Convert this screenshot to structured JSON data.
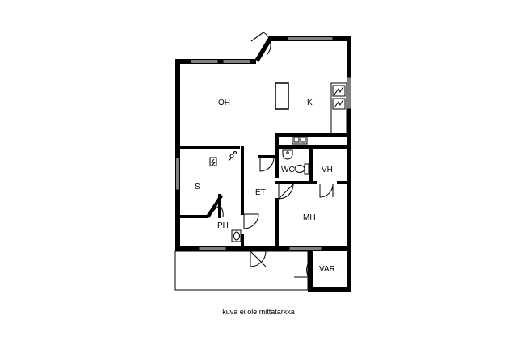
{
  "rooms": {
    "oh": "OH",
    "k": "K",
    "wc": "WC",
    "vh": "VH",
    "s": "S",
    "et": "ET",
    "ph": "PH",
    "mh": "MH",
    "var": "VAR."
  },
  "caption": "kuva ei ole mittatarkka",
  "colors": {
    "wall": "#000000",
    "background": "#ffffff"
  }
}
